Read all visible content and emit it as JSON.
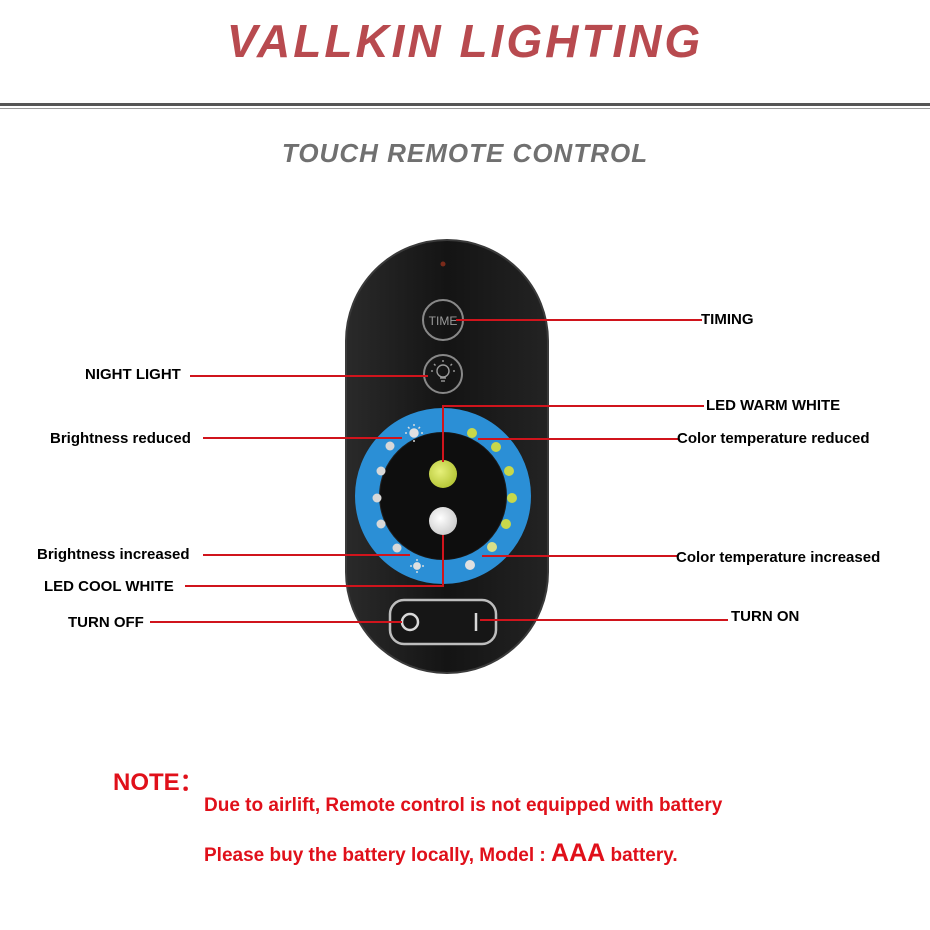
{
  "header": {
    "brand": "VALLKIN  LIGHTING",
    "subtitle": "TOUCH REMOTE CONTROL"
  },
  "remote": {
    "time_button_text": "TIME",
    "off_symbol": "O",
    "on_symbol": "I",
    "icons": [
      "clock-button-icon",
      "lightbulb-icon",
      "sun-icon",
      "power-off-icon",
      "power-on-icon"
    ]
  },
  "labels": {
    "timing": "TIMING",
    "night_light": "NIGHT LIGHT",
    "led_warm_white": "LED WARM WHITE",
    "brightness_reduced": "Brightness reduced",
    "color_temp_reduced": "Color temperature reduced",
    "brightness_increased": "Brightness increased",
    "color_temp_increased": "Color temperature increased",
    "led_cool_white": "LED COOL WHITE",
    "turn_off": "TURN OFF",
    "turn_on": "TURN ON"
  },
  "note": {
    "title": "NOTE：",
    "line1": "Due to airlift,  Remote control is not equipped with battery",
    "line2_prefix": "Please buy the battery locally, Model : ",
    "line2_model": "AAA",
    "line2_suffix": " battery."
  },
  "colors": {
    "brand": "#b84a4f",
    "subtitle": "#707070",
    "leader_line": "#d0141c",
    "note": "#e0101a",
    "remote_body": "#121212",
    "ring": "#2b8fd6",
    "warm_led": "#c8d84a",
    "cool_led": "#e8e8e8"
  }
}
